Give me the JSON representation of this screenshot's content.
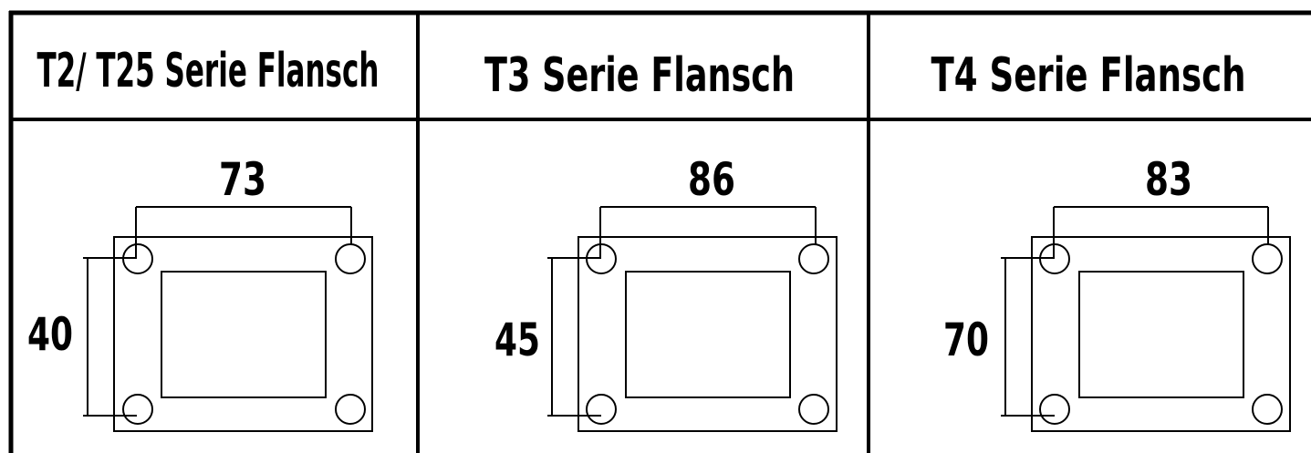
{
  "columns": [
    {
      "title": "T2/ T25 Serie Flansch",
      "width_label": "73",
      "height_label": "40"
    },
    {
      "title": "T3 Serie Flansch",
      "width_label": "86",
      "height_label": "45"
    },
    {
      "title": "T4 Serie Flansch",
      "width_label": "83",
      "height_label": "70"
    }
  ],
  "colors": {
    "line": "#000000",
    "background": "#ffffff"
  }
}
